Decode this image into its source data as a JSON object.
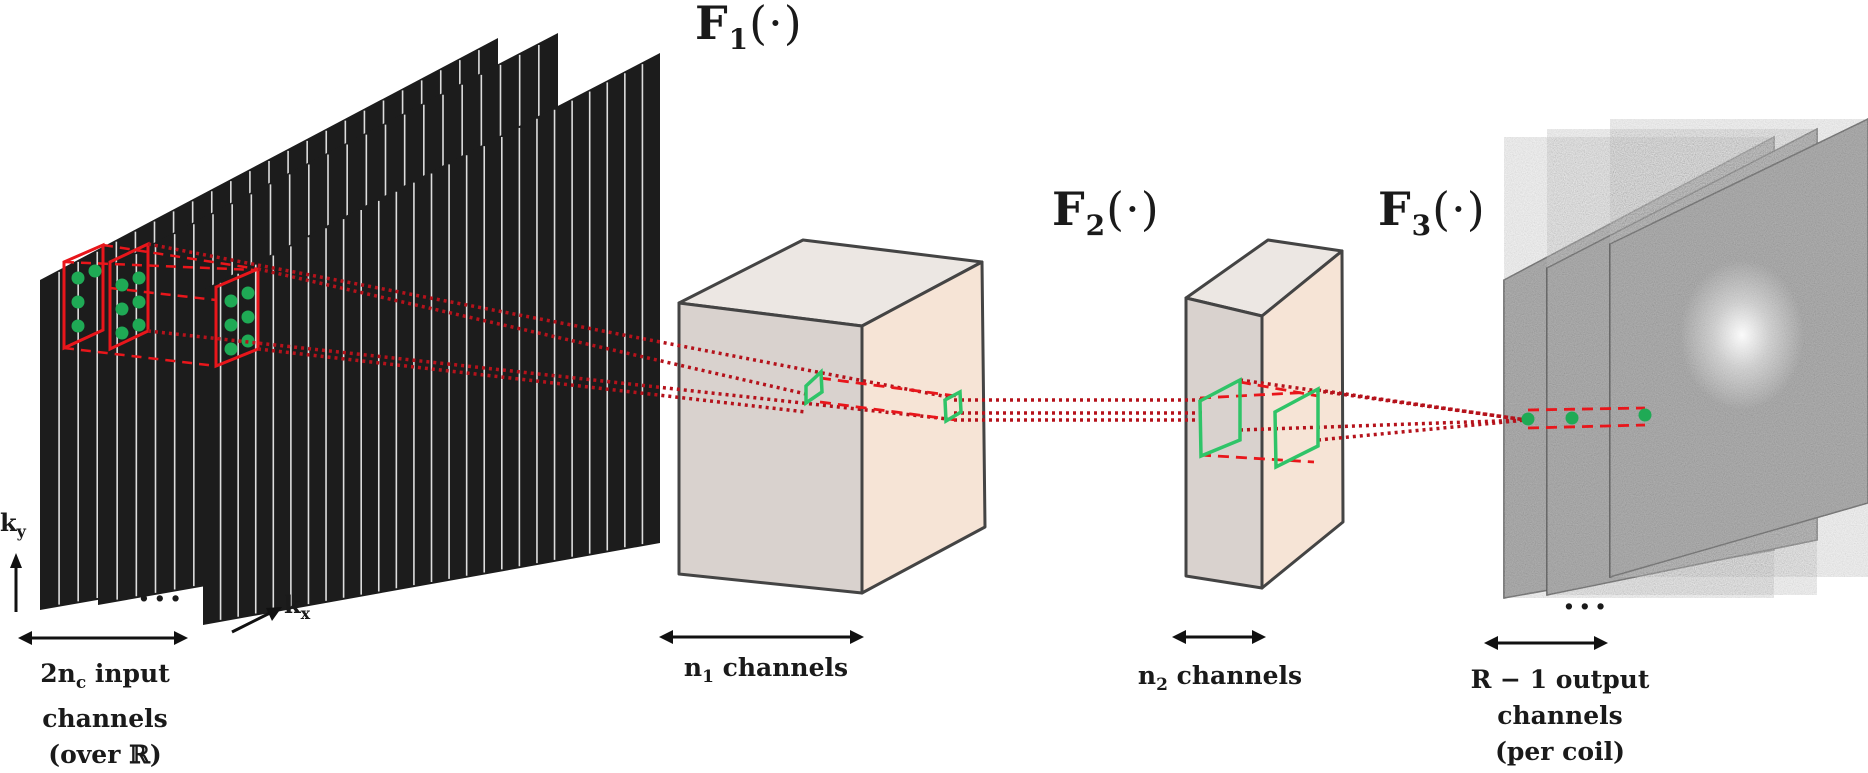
{
  "operators": {
    "f1": {
      "letter": "F",
      "index": "1",
      "arg": "(·)"
    },
    "f2": {
      "letter": "F",
      "index": "2",
      "arg": "(·)"
    },
    "f3": {
      "letter": "F",
      "index": "3",
      "arg": "(·)"
    }
  },
  "input": {
    "count_prefix": "2n",
    "count_sub": "c",
    "line1_rest": " input",
    "line2": "channels",
    "line3": "(over ℝ)",
    "ellipsis": "..."
  },
  "axes": {
    "ky_base": "k",
    "ky_sub": "y",
    "kx_base": "k",
    "kx_sub": "x"
  },
  "layer1": {
    "name_base": "n",
    "name_sub": "1",
    "rest": " channels"
  },
  "layer2": {
    "name_base": "n",
    "name_sub": "2",
    "rest": " channels"
  },
  "output": {
    "line1": "R − 1 output",
    "line2": "channels",
    "line3": "(per coil)",
    "ellipsis": "..."
  },
  "colors": {
    "kspace": "#1c1c1c",
    "sample_line": "#ffffff",
    "kernel_box": "#e8161b",
    "feature_point": "#1faa55",
    "layer_front": "#d9d2ce",
    "layer_side": "#f6e4d6",
    "layer_top": "#ece7e3",
    "edge": "#444444",
    "output_map": "#9a9a9a",
    "feature_box": "#2fc468"
  }
}
